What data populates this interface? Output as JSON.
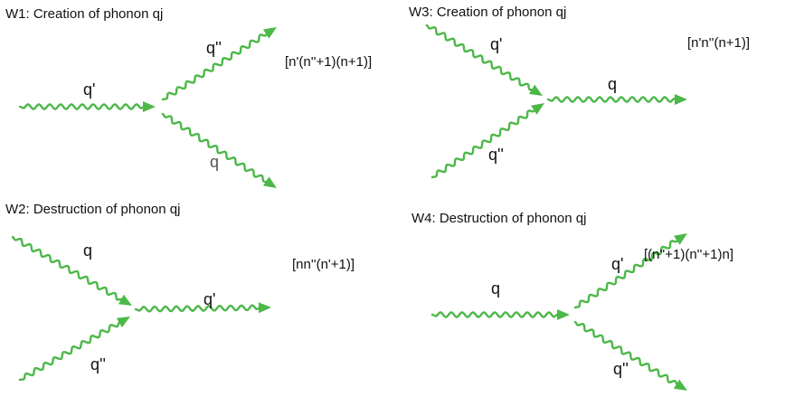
{
  "accent": "#4cb848",
  "panels": [
    {
      "title": "W1: Creation of phonon qj",
      "factor": "[n'(n''+1)(n+1)]",
      "labels": [
        "q'",
        "q''",
        "q"
      ]
    },
    {
      "title": "W3: Creation of phonon qj",
      "factor": "[n'n''(n+1)]",
      "labels": [
        "q'",
        "q",
        "q''"
      ]
    },
    {
      "title": "W2: Destruction of phonon qj",
      "factor": "[nn''(n'+1)]",
      "labels": [
        "q",
        "q'",
        "q''"
      ]
    },
    {
      "title": "W4: Destruction of phonon qj",
      "factor": "[(n''+1)(n''+1)n]",
      "labels": [
        "q",
        "q'",
        "q''"
      ]
    }
  ]
}
